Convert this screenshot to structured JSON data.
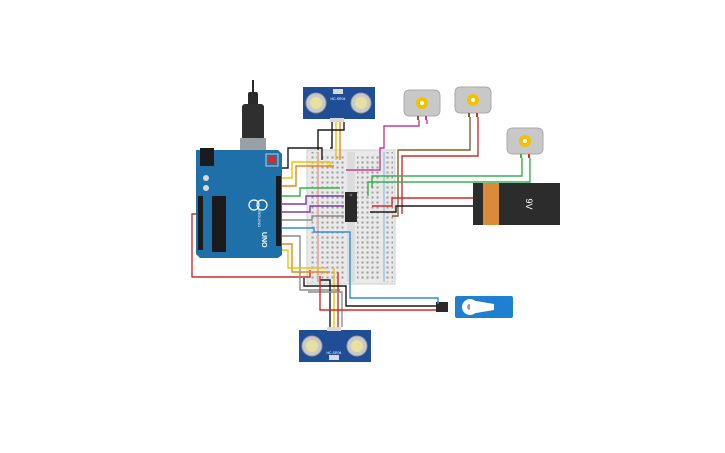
{
  "arduino": {
    "brand": "ARDUINO",
    "model": "UNO"
  },
  "sensors": {
    "top_label": "HC-SR04",
    "bottom_label": "HC-SR04"
  },
  "battery": {
    "label": "9V"
  },
  "colors": {
    "arduino_board": "#1f6fa8",
    "sensor_board": "#1f4e96",
    "breadboard": "#e8e8e8",
    "battery_body": "#2c2c2c",
    "battery_cap": "#d98b3a",
    "motor_body": "#c8c8c8",
    "motor_shaft": "#f2c200",
    "wire_red": "#d42a2a",
    "wire_black": "#1a1a1a",
    "wire_yellow": "#f2c200",
    "wire_orange": "#e08a1e",
    "wire_green": "#37b24d",
    "wire_purple": "#7b3fa8",
    "wire_blue": "#2f8fd8",
    "wire_magenta": "#c83c96",
    "wire_brown": "#8a5a2b",
    "wire_gray": "#8c8c8c"
  }
}
